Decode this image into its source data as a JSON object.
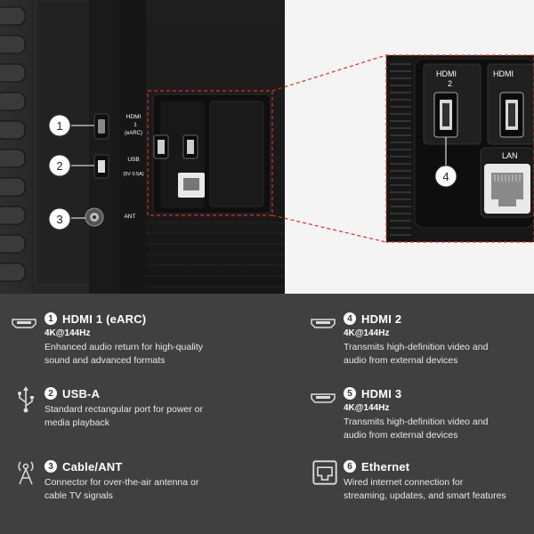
{
  "photo": {
    "panel_labels": {
      "hdmi1": "HDMI",
      "hdmi1_num": "1",
      "hdmi1_arc": "(eARC)",
      "usb": "USB",
      "usb_power": "(5V 0.5A)",
      "ant": "ANT"
    },
    "callouts": [
      "1",
      "2",
      "3",
      "4"
    ],
    "zoom_labels": {
      "hdmi2": "HDMI",
      "hdmi2_num": "2",
      "hdmi3": "HDMI",
      "lan": "LAN"
    }
  },
  "specs": [
    {
      "num": "1",
      "icon": "hdmi-port-icon",
      "title": "HDMI 1 (eARC)",
      "sub": "4K@144Hz",
      "desc_lines": [
        "Enhanced audio return for high-quality",
        "sound and advanced formats"
      ]
    },
    {
      "num": "2",
      "icon": "usb-icon",
      "title": "USB-A",
      "sub": "",
      "desc_lines": [
        "Standard rectangular port for power or",
        "media playback"
      ]
    },
    {
      "num": "3",
      "icon": "antenna-icon",
      "title": "Cable/ANT",
      "sub": "",
      "desc_lines": [
        "Connector for over-the-air antenna or",
        "cable TV signals"
      ]
    },
    {
      "num": "4",
      "icon": "hdmi-port-icon",
      "title": "HDMI 2",
      "sub": "4K@144Hz",
      "desc_lines": [
        "Transmits high-definition video and",
        "audio from external devices"
      ]
    },
    {
      "num": "5",
      "icon": "hdmi-port-icon",
      "title": "HDMI 3",
      "sub": "4K@144Hz",
      "desc_lines": [
        "Transmits high-definition video and",
        "audio from external devices"
      ]
    },
    {
      "num": "6",
      "icon": "ethernet-icon",
      "title": "Ethernet",
      "sub": "",
      "desc_lines": [
        "Wired internet connection for",
        "streaming, updates, and smart features"
      ]
    }
  ]
}
